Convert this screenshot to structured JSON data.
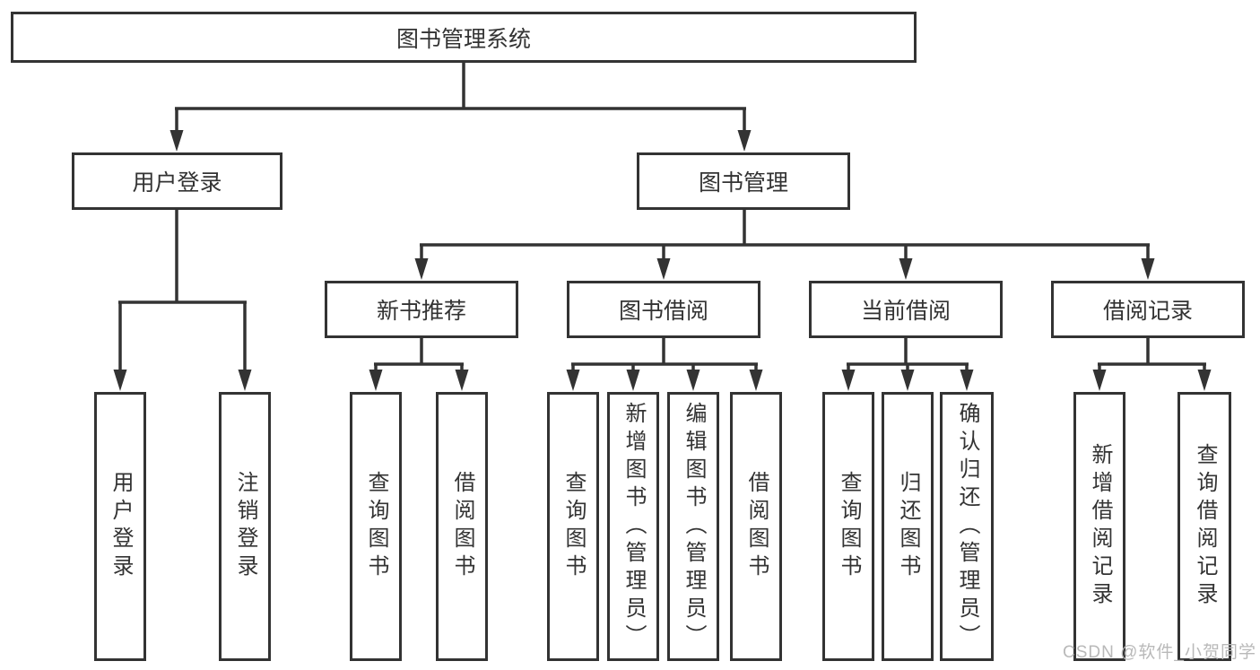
{
  "diagram": {
    "root": "图书管理系统",
    "branches": [
      {
        "label": "用户登录",
        "children": [
          "用户登录",
          "注销登录"
        ]
      },
      {
        "label": "图书管理",
        "children": [
          {
            "label": "新书推荐",
            "children": [
              "查询图书",
              "借阅图书"
            ]
          },
          {
            "label": "图书借阅",
            "children": [
              "查询图书",
              "新增图书（管理员）",
              "编辑图书（管理员）",
              "借阅图书"
            ]
          },
          {
            "label": "当前借阅",
            "children": [
              "查询图书",
              "归还图书",
              "确认归还（管理员）"
            ]
          },
          {
            "label": "借阅记录",
            "children": [
              "新增借阅记录",
              "查询借阅记录"
            ]
          }
        ]
      }
    ]
  },
  "colors": {
    "line": "#333333",
    "watermark_text": "#b9b9b9"
  },
  "watermark": "CSDN @软件_小贺同学"
}
